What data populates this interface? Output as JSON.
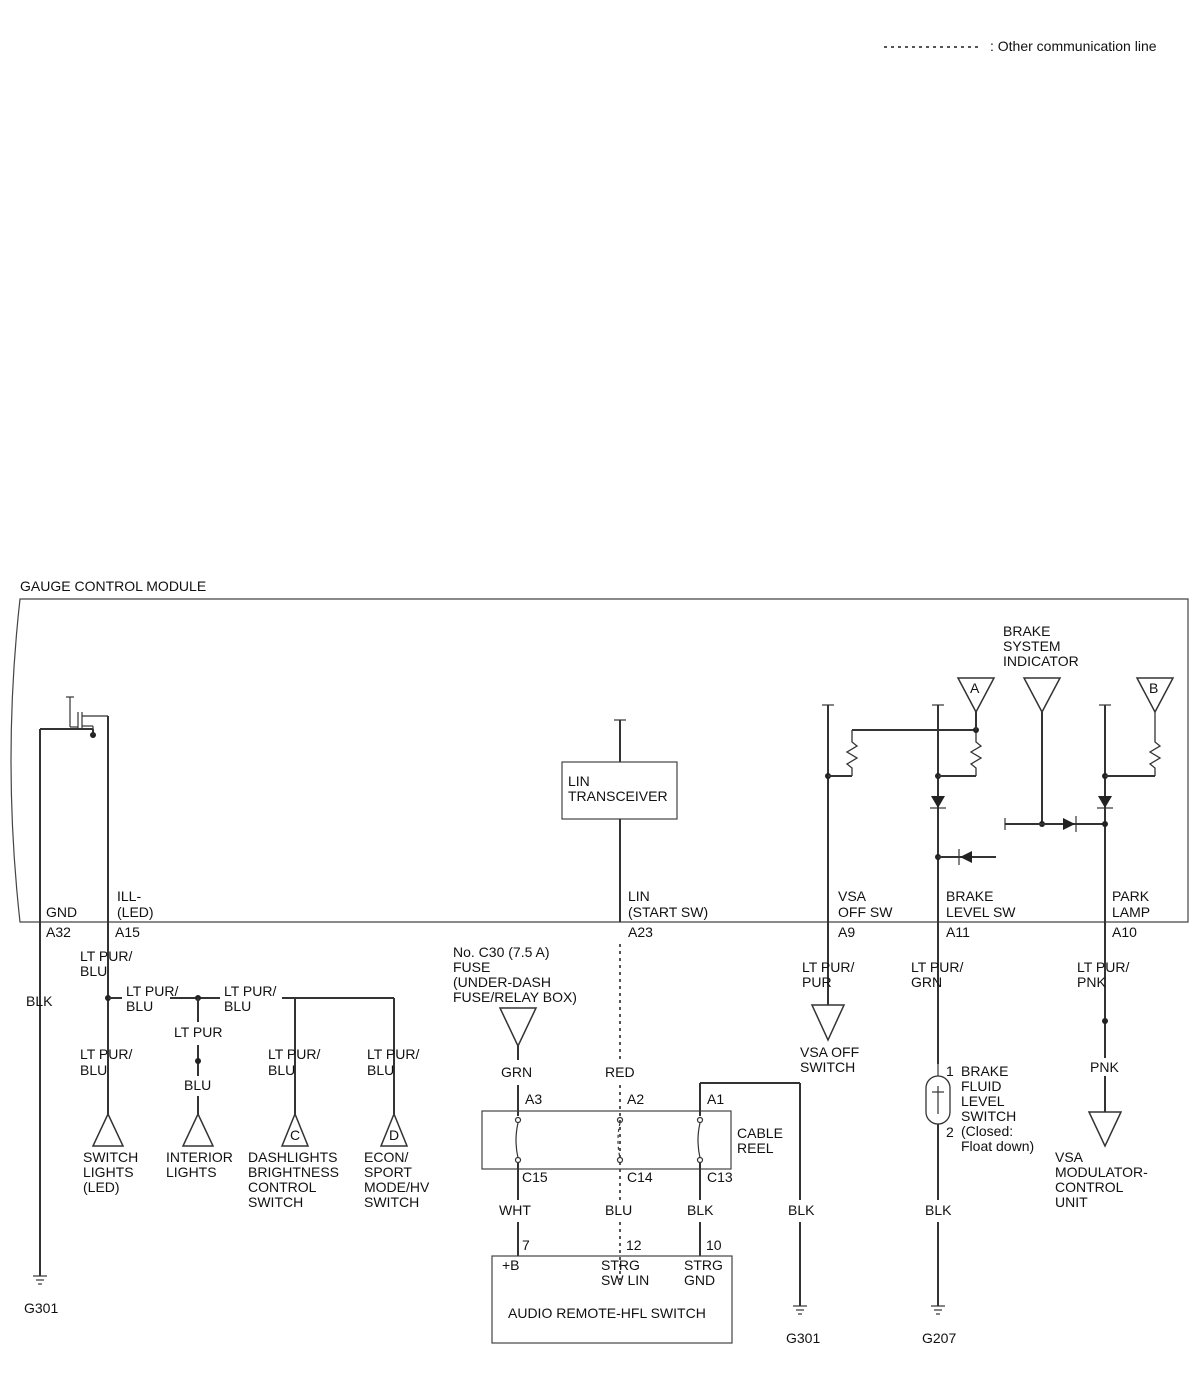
{
  "legend": {
    "other_comm_line": ": Other communication line"
  },
  "module": {
    "title": "GAUGE CONTROL MODULE"
  },
  "pins": {
    "gnd": {
      "name": "GND",
      "num": "A32"
    },
    "ill": {
      "name1": "ILL-",
      "name2": "(LED)",
      "num": "A15"
    },
    "lin": {
      "name1": "LIN",
      "name2": "(START SW)",
      "num": "A23"
    },
    "vsa": {
      "name1": "VSA",
      "name2": "OFF SW",
      "num": "A9"
    },
    "brake": {
      "name1": "BRAKE",
      "name2": "LEVEL SW",
      "num": "A11"
    },
    "park": {
      "name1": "PARK",
      "name2": "LAMP",
      "num": "A10"
    }
  },
  "internal": {
    "lin_transceiver": [
      "LIN",
      "TRANSCEIVER"
    ],
    "brake_indicator": [
      "BRAKE",
      "SYSTEM",
      "INDICATOR"
    ],
    "conn_a": "A",
    "conn_b": "B"
  },
  "wires": {
    "blk": "BLK",
    "lt_pur": "LT PUR",
    "lt_pur_blu": [
      "LT PUR/",
      "BLU"
    ],
    "blu": "BLU",
    "grn": "GRN",
    "red": "RED",
    "wht": "WHT",
    "lt_pur_pur": [
      "LT PUR/",
      "PUR"
    ],
    "lt_pur_grn": [
      "LT PUR/",
      "GRN"
    ],
    "lt_pur_pnk": [
      "LT PUR/",
      "PNK"
    ],
    "pnk": "PNK"
  },
  "fuse": [
    "No. C30 (7.5 A)",
    "FUSE",
    "(UNDER-DASH",
    "FUSE/RELAY BOX)"
  ],
  "cable_reel": {
    "label": [
      "CABLE",
      "REEL"
    ],
    "top_pins": [
      "A3",
      "A2",
      "A1"
    ],
    "bottom_pins": [
      "C15",
      "C14",
      "C13"
    ]
  },
  "audio_switch": {
    "title": "AUDIO REMOTE-HFL SWITCH",
    "pin_nums": [
      "7",
      "12",
      "10"
    ],
    "plus_b": "+B",
    "strg_sw_lin": [
      "STRG",
      "SW LIN"
    ],
    "strg_gnd": [
      "STRG",
      "GND"
    ]
  },
  "components": {
    "switch_lights": [
      "SWITCH",
      "LIGHTS",
      "(LED)"
    ],
    "interior_lights": [
      "INTERIOR",
      "LIGHTS"
    ],
    "dashlights": [
      "DASHLIGHTS",
      "BRIGHTNESS",
      "CONTROL",
      "SWITCH"
    ],
    "econ": [
      "ECON/",
      "SPORT",
      "MODE/HV",
      "SWITCH"
    ],
    "conn_c": "C",
    "conn_d": "D",
    "vsa_off_switch": [
      "VSA OFF",
      "SWITCH"
    ],
    "brake_fluid": [
      "BRAKE",
      "FLUID",
      "LEVEL",
      "SWITCH",
      "(Closed:",
      "Float down)"
    ],
    "bfl_pin1": "1",
    "bfl_pin2": "2",
    "vsa_modulator": [
      "VSA",
      "MODULATOR-",
      "CONTROL",
      "UNIT"
    ]
  },
  "grounds": {
    "g301_left": "G301",
    "g301_mid": "G301",
    "g207": "G207"
  }
}
